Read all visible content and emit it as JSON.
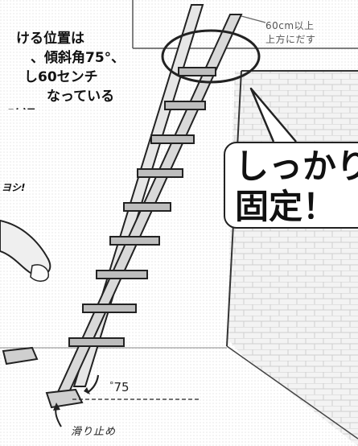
{
  "instruction": {
    "lines": [
      "ける位置は",
      "、傾斜角75°、",
      "し60センチ",
      "なっている",
      "確認"
    ]
  },
  "speech": {
    "yoshi": "ヨシ!"
  },
  "annotations": {
    "top_lines": [
      "60cm以上",
      "上方にだす"
    ],
    "callout_lines": [
      "しっかり",
      "固定！"
    ],
    "angle_value": "75",
    "angle_unit": "°",
    "antislip": "滑り止め"
  },
  "colors": {
    "ink": "#111111",
    "wall_hatch": "#c9c9c9",
    "ladder_fill": "#e4e4e4",
    "accent_ellipse": "#222222"
  }
}
